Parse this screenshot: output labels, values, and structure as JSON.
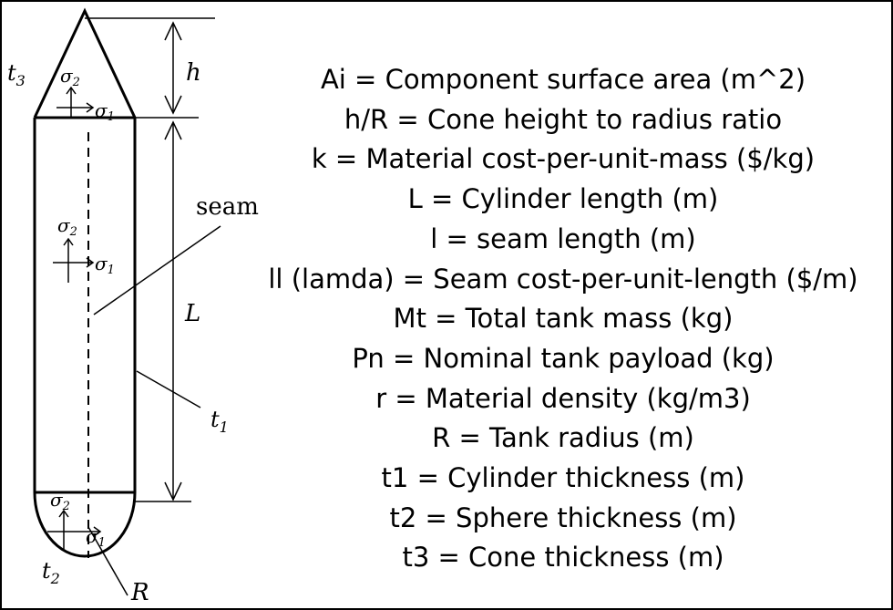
{
  "diagram": {
    "labels": {
      "t3": "t3",
      "h": "h",
      "seam": "seam",
      "L": "L",
      "t1": "t1",
      "t2": "t2",
      "R": "R",
      "sigma1": "σ1",
      "sigma2": "σ2"
    }
  },
  "legend": [
    "Ai = Component surface area (m^2)",
    "h/R = Cone height to radius ratio",
    "k = Material cost-per-unit-mass ($/kg)",
    "L = Cylinder length (m)",
    "l = seam length (m)",
    "ll (lamda) = Seam cost-per-unit-length ($/m)",
    "Mt = Total tank mass (kg)",
    "Pn = Nominal tank payload (kg)",
    "r = Material density (kg/m3)",
    "R = Tank radius (m)",
    "t1 = Cylinder thickness (m)",
    "t2 = Sphere thickness (m)",
    "t3 = Cone thickness (m)"
  ]
}
